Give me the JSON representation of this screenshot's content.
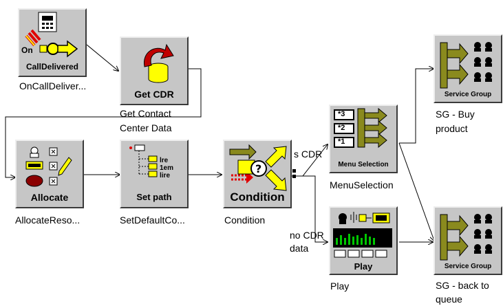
{
  "nodes": {
    "on_call_delivered": {
      "caption": "OnCallDeliver...",
      "inner_label": "CallDelivered",
      "inner_prefix": "On"
    },
    "get_cdr": {
      "caption_line1": "Get Contact",
      "caption_line2": "Center Data",
      "inner_label": "Get CDR"
    },
    "allocate": {
      "caption": "AllocateReso...",
      "inner_label": "Allocate"
    },
    "set_path": {
      "caption": "SetDefaultCo...",
      "inner_label": "Set path",
      "tree_items": [
        "lre",
        "1em",
        "lire"
      ]
    },
    "condition": {
      "caption": "Condition",
      "inner_label": "Condition"
    },
    "menu_selection": {
      "caption": "MenuSelection",
      "inner_label": "Menu Selection",
      "keys": [
        "*3",
        "*2",
        "*1"
      ]
    },
    "play": {
      "caption": "Play",
      "inner_label": "Play"
    },
    "sg_buy": {
      "caption_line1": "SG - Buy",
      "caption_line2": "product",
      "inner_label": "Service Group"
    },
    "sg_back": {
      "caption_line1": "SG - back to",
      "caption_line2": "queue",
      "inner_label": "Service Group"
    }
  },
  "edges": {
    "cdr_label": "s CDR",
    "no_cdr_line1": "no CDR",
    "no_cdr_line2": "data"
  },
  "colors": {
    "node_face": "#c6c6c6",
    "arrow_yellow": "#ffff00",
    "cdr_red": "#c00000",
    "green_bracket": "#8a8a1e",
    "line": "#000000"
  }
}
